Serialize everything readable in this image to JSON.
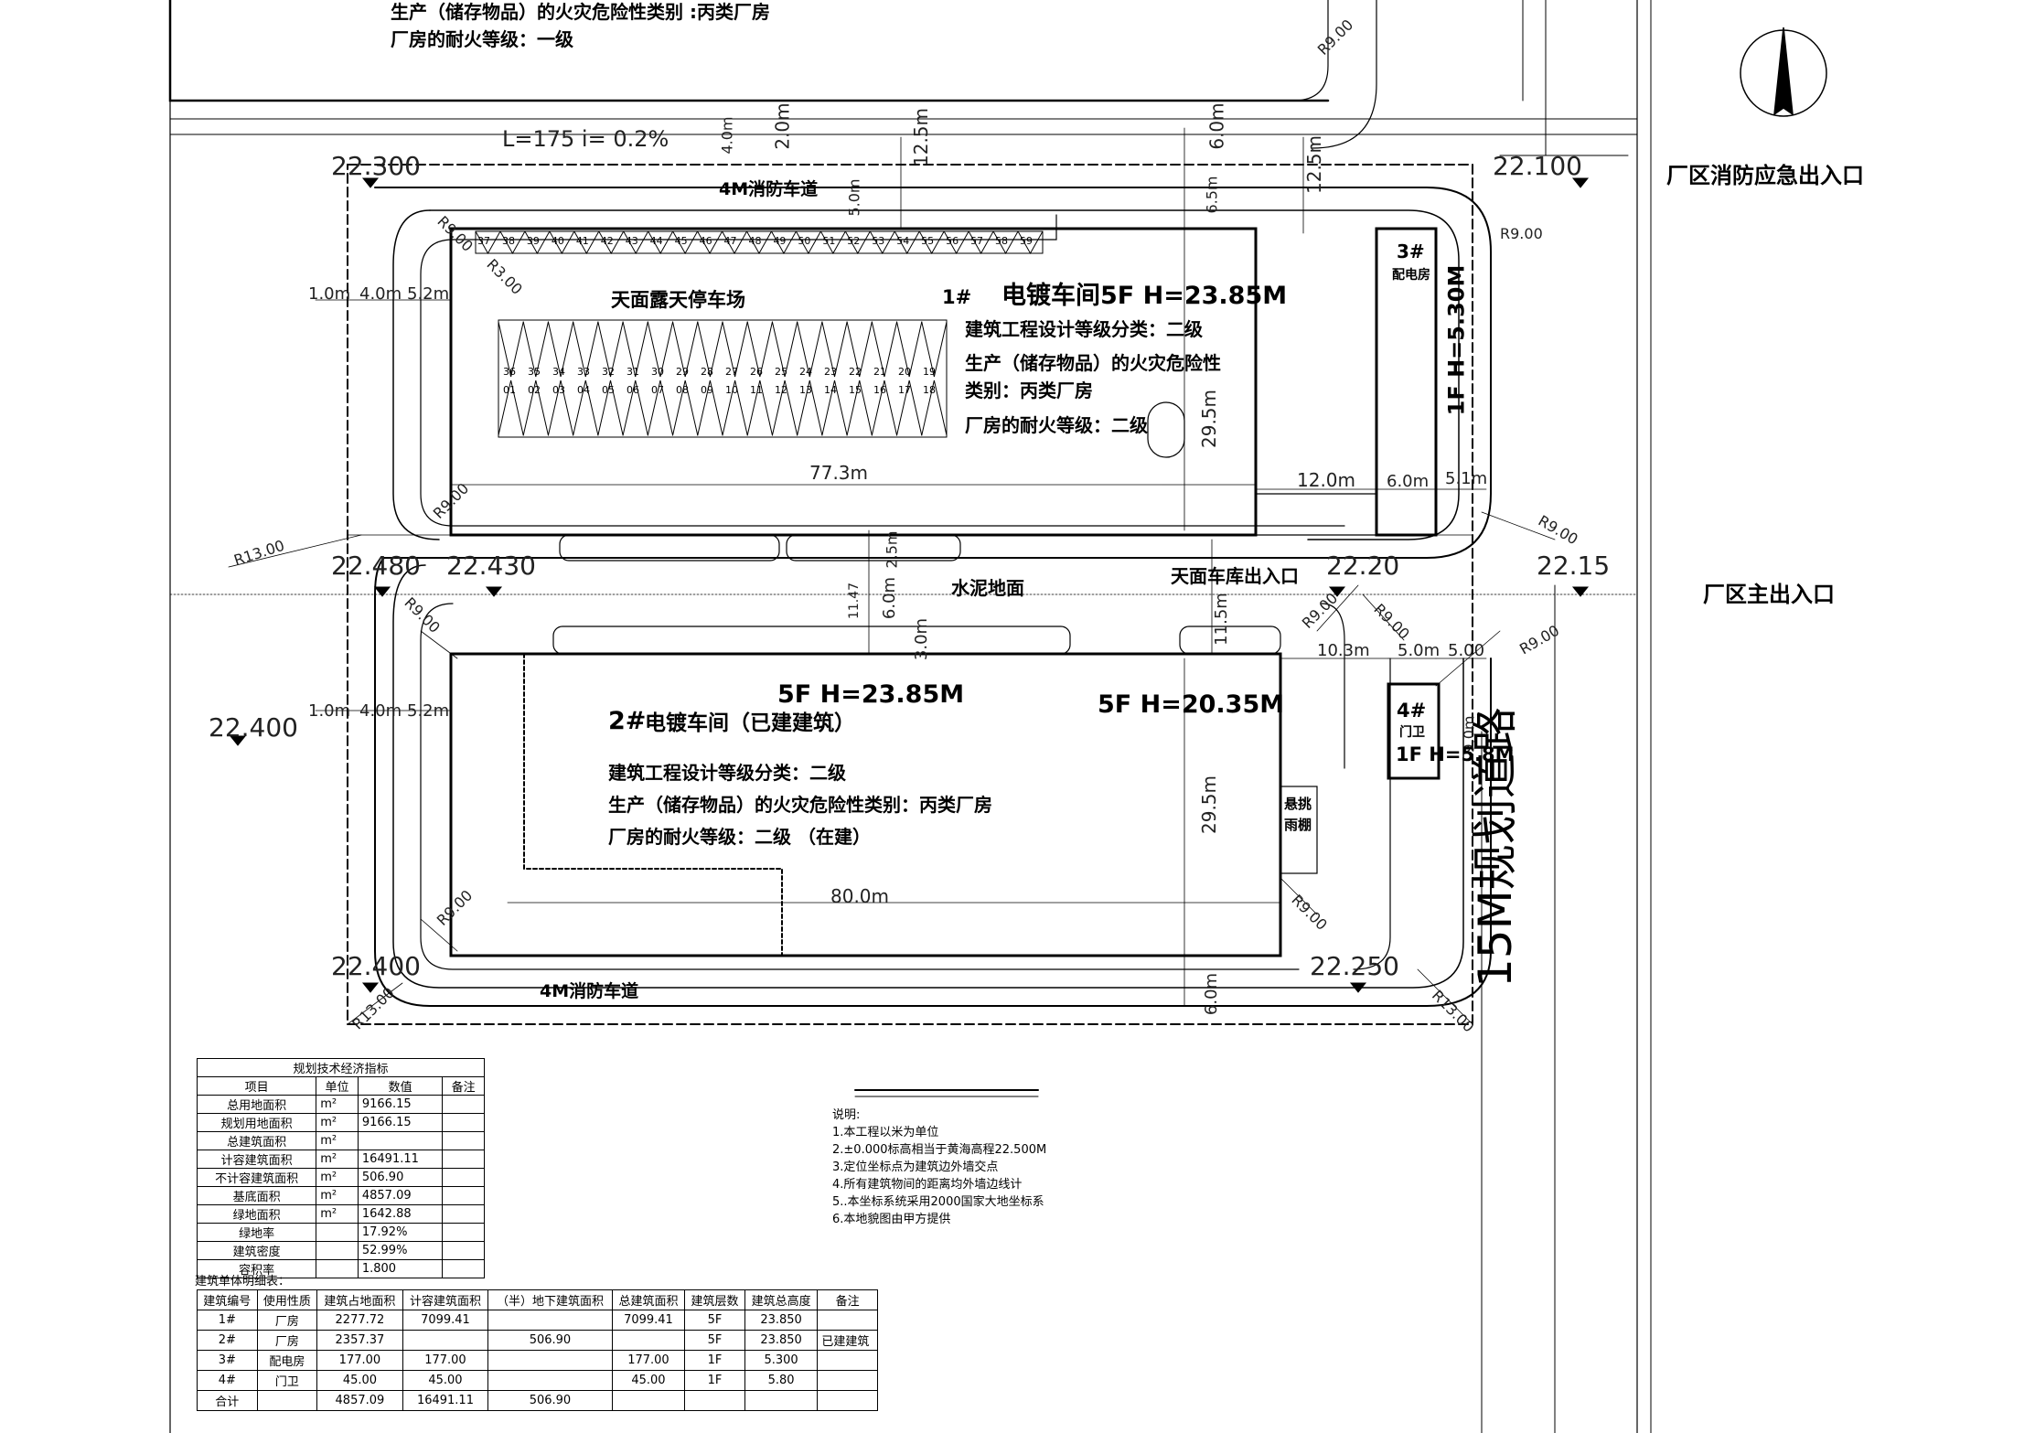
{
  "top_note": {
    "line1": "生产（储存物品）的火灾危险性类别 :丙类厂房",
    "line2": "厂房的耐火等级：一级"
  },
  "slope_label": "L=175 i= 0.2%",
  "elevations": {
    "nw": "22.300",
    "ne": "22.100",
    "w_mid1": "22.480",
    "w_mid2": "22.430",
    "c_mid": "22.20",
    "e_mid": "22.15",
    "w_low": "22.400",
    "sw": "22.400",
    "se": "22.250"
  },
  "radii": {
    "r1": "R9.00",
    "r2": "R9.00",
    "r3": "R3.00",
    "r4": "R9.00",
    "r5": "R13.00",
    "r6": "R9.00",
    "r7": "R9.00",
    "r8": "R9.00",
    "r9": "R9.00",
    "r10": "R9.00",
    "r11": "R9.00",
    "r12": "R9.00",
    "r13": "R13.00",
    "r14": "R13.00",
    "r15": "R9.00"
  },
  "dims": {
    "d1": "4.0m",
    "d2": "2.0m",
    "d3": "12.5m",
    "d4": "6.0m",
    "d5": "12.5m",
    "d6": "5.0m",
    "d7": "6.5m",
    "d8": "1.0m",
    "d9": "4.0m",
    "d10": "5.2m",
    "d11": "77.3m",
    "d12": "29.5m",
    "d13": "12.0m",
    "d14": "6.0m",
    "d15": "5.1m",
    "d16": "11.47",
    "d17": "6.0m",
    "d18": "2.5m",
    "d19": "3.0m",
    "d20": "11.5m",
    "d21": "10.3m",
    "d22": "5.0m",
    "d23": "5.00",
    "d24": "1.0m",
    "d25": "4.0m",
    "d26": "5.2m",
    "d27": "29.5m",
    "d28": "80.0m",
    "d29": "9.0m",
    "d30": "6.0m"
  },
  "labels": {
    "fire_lane_top": "4M消防车道",
    "fire_lane_bottom": "4M消防车道",
    "parking": "天面露天停车场",
    "concrete": "水泥地面",
    "roof_exit": "天面车库出入口",
    "emergency_gate": "厂区消防应急出入口",
    "main_gate": "厂区主出入口",
    "road": "15M规划道路"
  },
  "b1": {
    "num": "1#",
    "title": "电镀车间5F H=23.85M",
    "grade": "建筑工程设计等级分类：二级",
    "hazard1": "生产（储存物品）的火灾危险性",
    "hazard2": "类别：丙类厂房",
    "fire": "厂房的耐火等级：二级"
  },
  "b2": {
    "height_a": "5F H=23.85M",
    "height_b": "5F H=20.35M",
    "num": "2#",
    "title": "电镀车间（已建建筑）",
    "grade": "建筑工程设计等级分类：二级",
    "hazard": "生产（储存物品）的火灾危险性类别：丙类厂房",
    "fire": "厂房的耐火等级：二级 （在建）",
    "canopy1": "悬挑",
    "canopy2": "雨棚"
  },
  "b3": {
    "num": "3#",
    "name": "配电房",
    "height": "1F H=5.30M"
  },
  "b4": {
    "num": "4#",
    "name": "门卫",
    "height": "1F H=5.8M"
  },
  "parking_top_nums": [
    "37",
    "38",
    "39",
    "40",
    "41",
    "42",
    "43",
    "44",
    "45",
    "46",
    "47",
    "48",
    "49",
    "50",
    "51",
    "52",
    "53",
    "54",
    "55",
    "56",
    "57",
    "58",
    "59"
  ],
  "parking_mid_nums": [
    "36",
    "35",
    "34",
    "33",
    "32",
    "31",
    "30",
    "29",
    "28",
    "27",
    "26",
    "25",
    "24",
    "23",
    "22",
    "21",
    "20",
    "19"
  ],
  "parking_low_nums": [
    "01",
    "02",
    "03",
    "04",
    "05",
    "06",
    "07",
    "08",
    "09",
    "10",
    "11",
    "12",
    "13",
    "14",
    "15",
    "16",
    "17",
    "18"
  ],
  "notes": {
    "title": "说明:",
    "items": [
      "1.本工程以米为单位",
      "2.±0.000标高相当于黄海高程22.500M",
      "3.定位坐标点为建筑边外墙交点",
      "4.所有建筑物间的距离均外墙边线计",
      "5..本坐标系统采用2000国家大地坐标系",
      "6.本地貌图由甲方提供"
    ]
  },
  "tech_table": {
    "title": "规划技术经济指标",
    "headers": [
      "项目",
      "单位",
      "数值",
      "备注"
    ],
    "rows": [
      [
        "总用地面积",
        "m²",
        "9166.15",
        ""
      ],
      [
        "规划用地面积",
        "m²",
        "9166.15",
        ""
      ],
      [
        "总建筑面积",
        "m²",
        "",
        ""
      ],
      [
        "计容建筑面积",
        "m²",
        "16491.11",
        ""
      ],
      [
        "不计容建筑面积",
        "m²",
        "506.90",
        ""
      ],
      [
        "基底面积",
        "m²",
        "4857.09",
        ""
      ],
      [
        "绿地面积",
        "m²",
        "1642.88",
        ""
      ],
      [
        "绿地率",
        "",
        "17.92%",
        ""
      ],
      [
        "建筑密度",
        "",
        "52.99%",
        ""
      ],
      [
        "容积率",
        "",
        "1.800",
        ""
      ]
    ]
  },
  "bld_table": {
    "title": "建筑单体明细表：",
    "headers": [
      "建筑编号",
      "使用性质",
      "建筑占地面积",
      "计容建筑面积",
      "（半）地下建筑面积",
      "总建筑面积",
      "建筑层数",
      "建筑总高度",
      "备注"
    ],
    "rows": [
      [
        "1#",
        "厂房",
        "2277.72",
        "7099.41",
        "",
        "7099.41",
        "5F",
        "23.850",
        ""
      ],
      [
        "2#",
        "厂房",
        "2357.37",
        "",
        "506.90",
        "",
        "5F",
        "23.850",
        "已建建筑"
      ],
      [
        "3#",
        "配电房",
        "177.00",
        "177.00",
        "",
        "177.00",
        "1F",
        "5.300",
        ""
      ],
      [
        "4#",
        "门卫",
        "45.00",
        "45.00",
        "",
        "45.00",
        "1F",
        "5.80",
        ""
      ],
      [
        "合计",
        "",
        "4857.09",
        "16491.11",
        "506.90",
        "",
        "",
        "",
        ""
      ]
    ]
  }
}
